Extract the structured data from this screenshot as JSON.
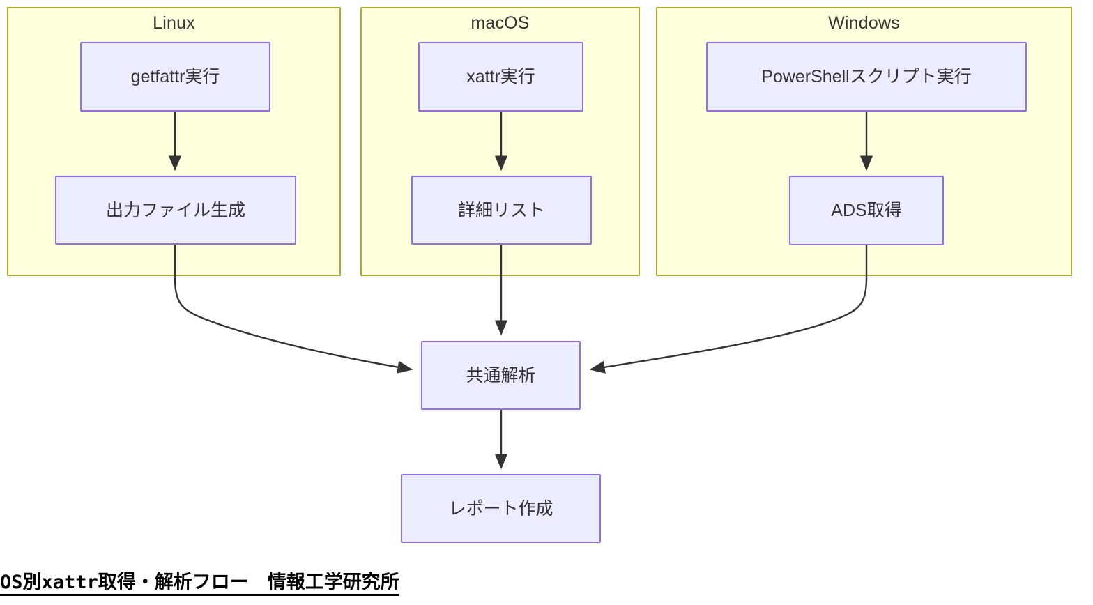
{
  "diagram": {
    "type": "flowchart",
    "direction": "top-down",
    "caption": "OS別xattr取得・解析フロー　情報工学研究所",
    "colors": {
      "subgraph_fill": "#ffffde",
      "subgraph_border": "#aaaa33",
      "node_fill": "#ececff",
      "node_border": "#9370db",
      "edge": "#333333",
      "text": "#333333",
      "caption_text": "#000000",
      "background": "#ffffff"
    },
    "subgraphs": [
      {
        "id": "linux",
        "title": "Linux"
      },
      {
        "id": "macos",
        "title": "macOS"
      },
      {
        "id": "windows",
        "title": "Windows"
      }
    ],
    "nodes": [
      {
        "id": "getfattr",
        "label": "getfattr実行",
        "group": "linux"
      },
      {
        "id": "linuxout",
        "label": "出力ファイル生成",
        "group": "linux"
      },
      {
        "id": "xattr",
        "label": "xattr実行",
        "group": "macos"
      },
      {
        "id": "maclist",
        "label": "詳細リスト",
        "group": "macos"
      },
      {
        "id": "powershell",
        "label": "PowerShellスクリプト実行",
        "group": "windows"
      },
      {
        "id": "ads",
        "label": "ADS取得",
        "group": "windows"
      },
      {
        "id": "analyze",
        "label": "共通解析",
        "group": ""
      },
      {
        "id": "report",
        "label": "レポート作成",
        "group": ""
      }
    ],
    "edges": [
      {
        "from": "getfattr",
        "to": "linuxout"
      },
      {
        "from": "xattr",
        "to": "maclist"
      },
      {
        "from": "powershell",
        "to": "ads"
      },
      {
        "from": "linuxout",
        "to": "analyze"
      },
      {
        "from": "maclist",
        "to": "analyze"
      },
      {
        "from": "ads",
        "to": "analyze"
      },
      {
        "from": "analyze",
        "to": "report"
      }
    ]
  }
}
